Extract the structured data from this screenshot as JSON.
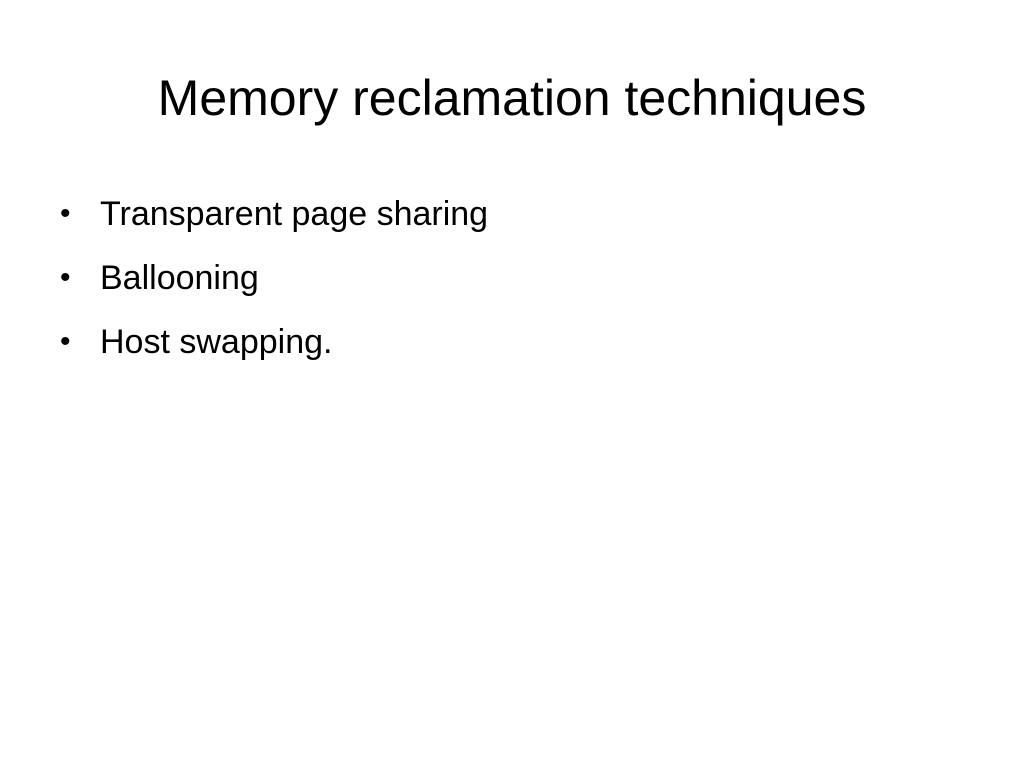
{
  "slide": {
    "title": "Memory reclamation techniques",
    "bullet_glyph": "•",
    "bullets": [
      {
        "text": "Transparent page sharing"
      },
      {
        "text": "Ballooning"
      },
      {
        "text": "Host swapping."
      }
    ]
  }
}
